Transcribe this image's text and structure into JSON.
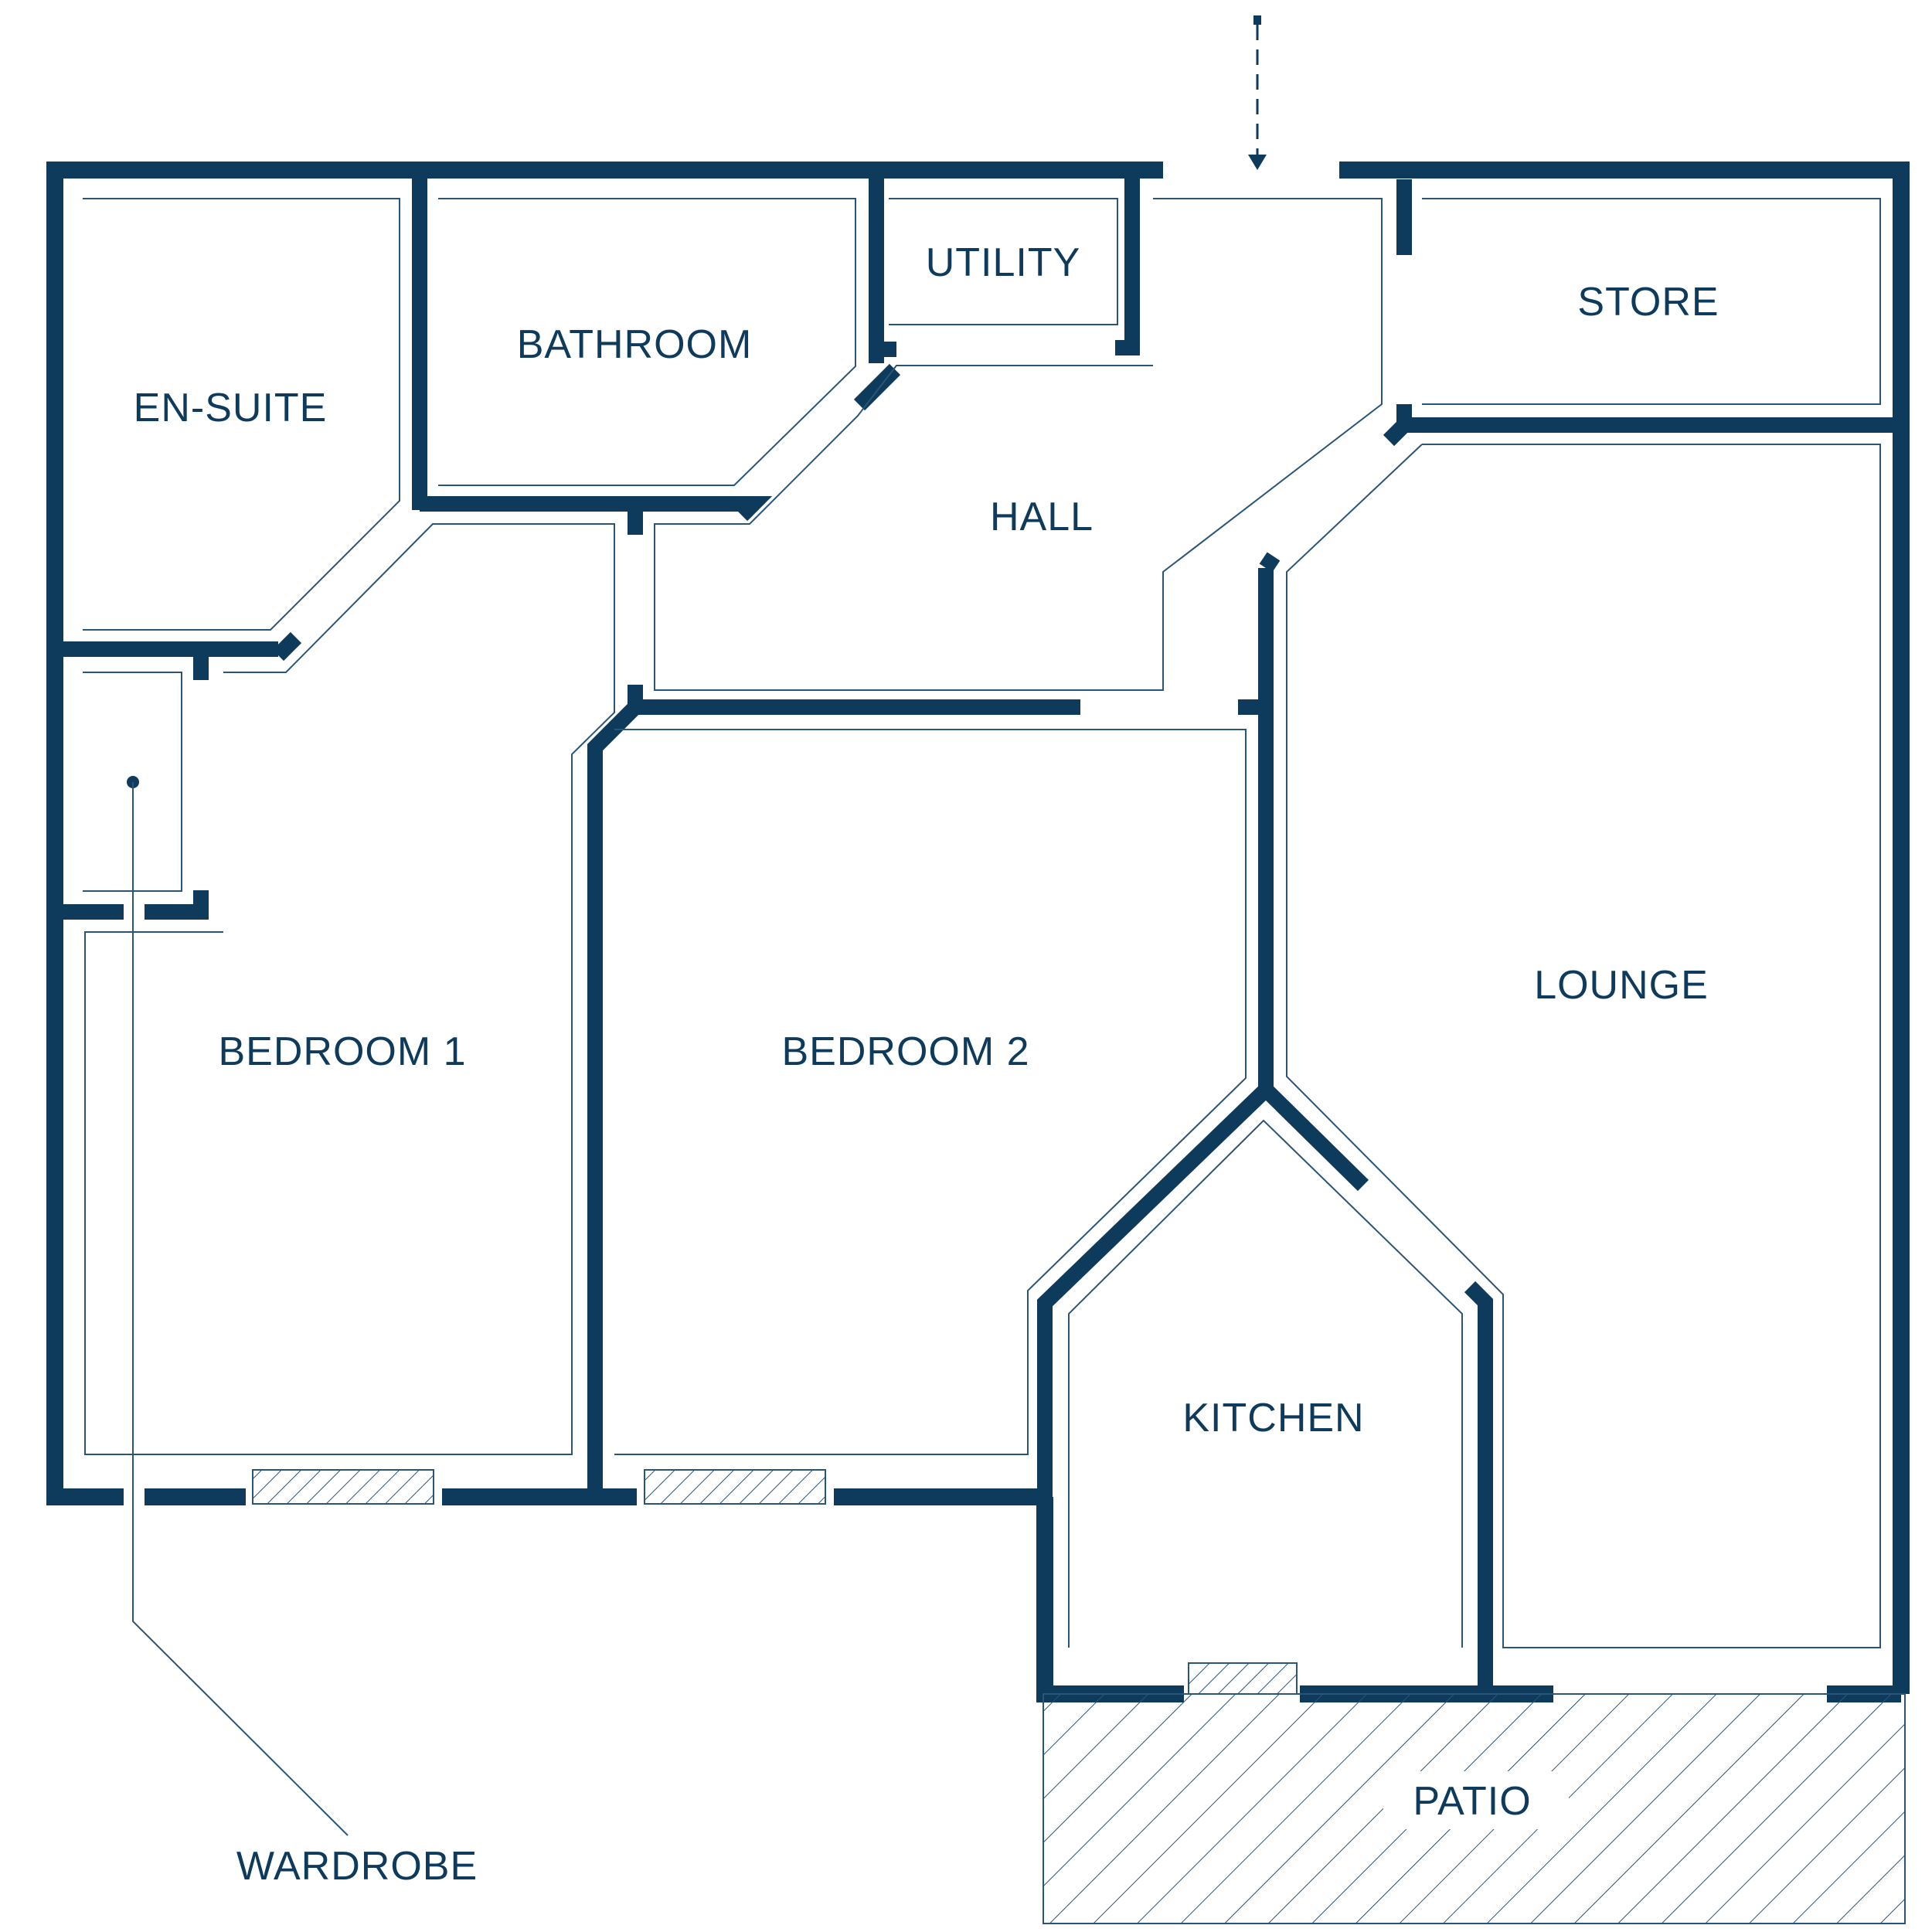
{
  "plan": {
    "rooms": {
      "en_suite": "EN-SUITE",
      "bathroom": "BATHROOM",
      "utility": "UTILITY",
      "store": "STORE",
      "hall": "HALL",
      "lounge": "LOUNGE",
      "bedroom_1": "BEDROOM 1",
      "bedroom_2": "BEDROOM 2",
      "kitchen": "KITCHEN",
      "patio": "PATIO",
      "wardrobe": "WARDROBE"
    },
    "colors": {
      "wall": "#0e3a5c",
      "line": "#2a5578",
      "background": "#ffffff"
    }
  }
}
